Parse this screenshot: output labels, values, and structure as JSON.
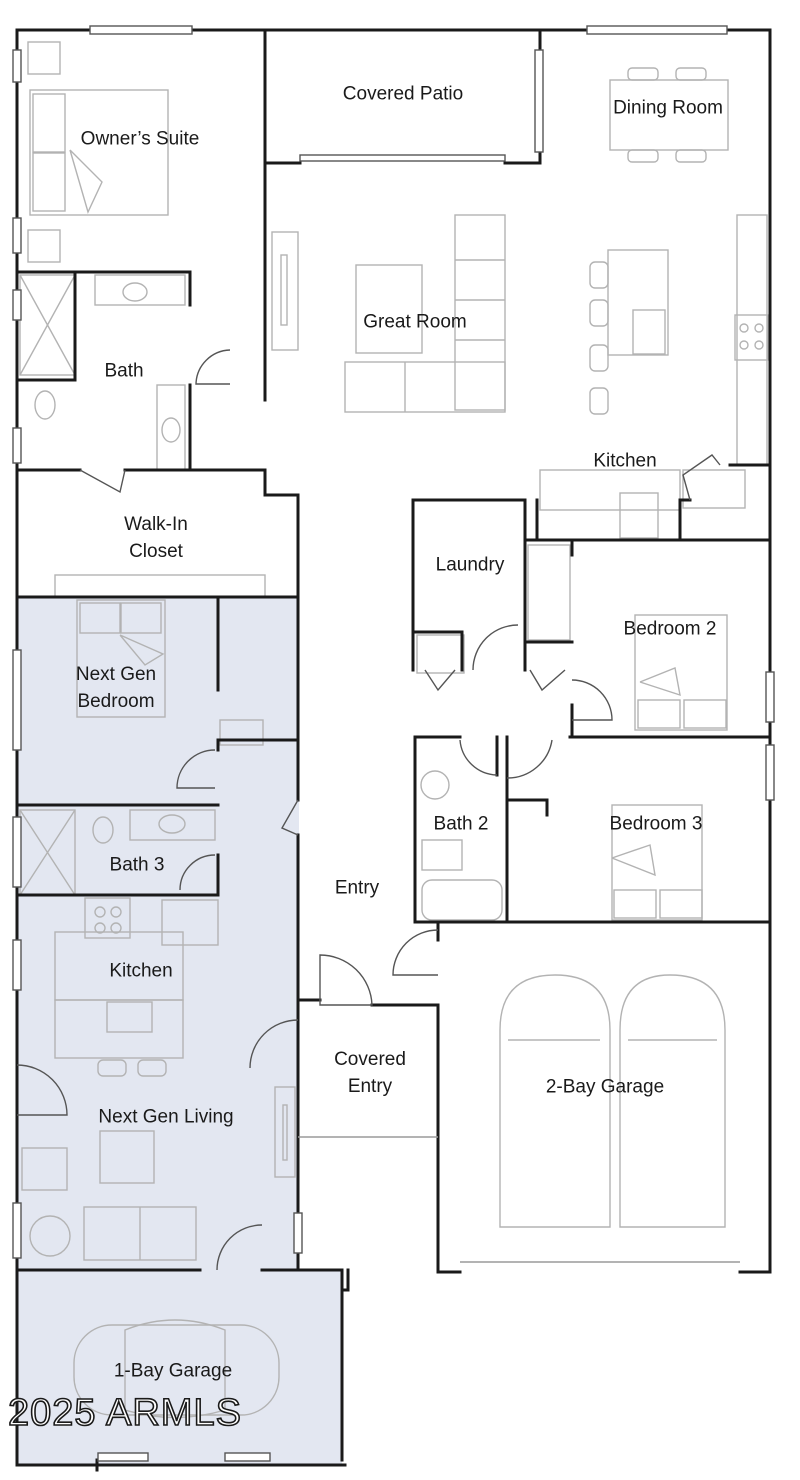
{
  "floorplan": {
    "colors": {
      "next_gen_shading": "#e3e7f1",
      "walls": "#1a1a1a",
      "furniture": "#b3b3b3",
      "background": "#ffffff"
    },
    "rooms": {
      "owners_suite": "Owner’s Suite",
      "covered_patio": "Covered Patio",
      "dining_room": "Dining Room",
      "great_room": "Great Room",
      "bath": "Bath",
      "kitchen": "Kitchen",
      "walk_in_closet_line1": "Walk-In",
      "walk_in_closet_line2": "Closet",
      "laundry": "Laundry",
      "bedroom_2": "Bedroom 2",
      "next_gen_bedroom_line1": "Next Gen",
      "next_gen_bedroom_line2": "Bedroom",
      "bath_2": "Bath 2",
      "bedroom_3": "Bedroom 3",
      "bath_3": "Bath 3",
      "entry": "Entry",
      "next_gen_kitchen": "Kitchen",
      "covered_entry_line1": "Covered",
      "covered_entry_line2": "Entry",
      "two_bay_garage": "2-Bay Garage",
      "next_gen_living": "Next Gen Living",
      "one_bay_garage": "1-Bay Garage"
    },
    "watermark": "2025 ARMLS"
  }
}
